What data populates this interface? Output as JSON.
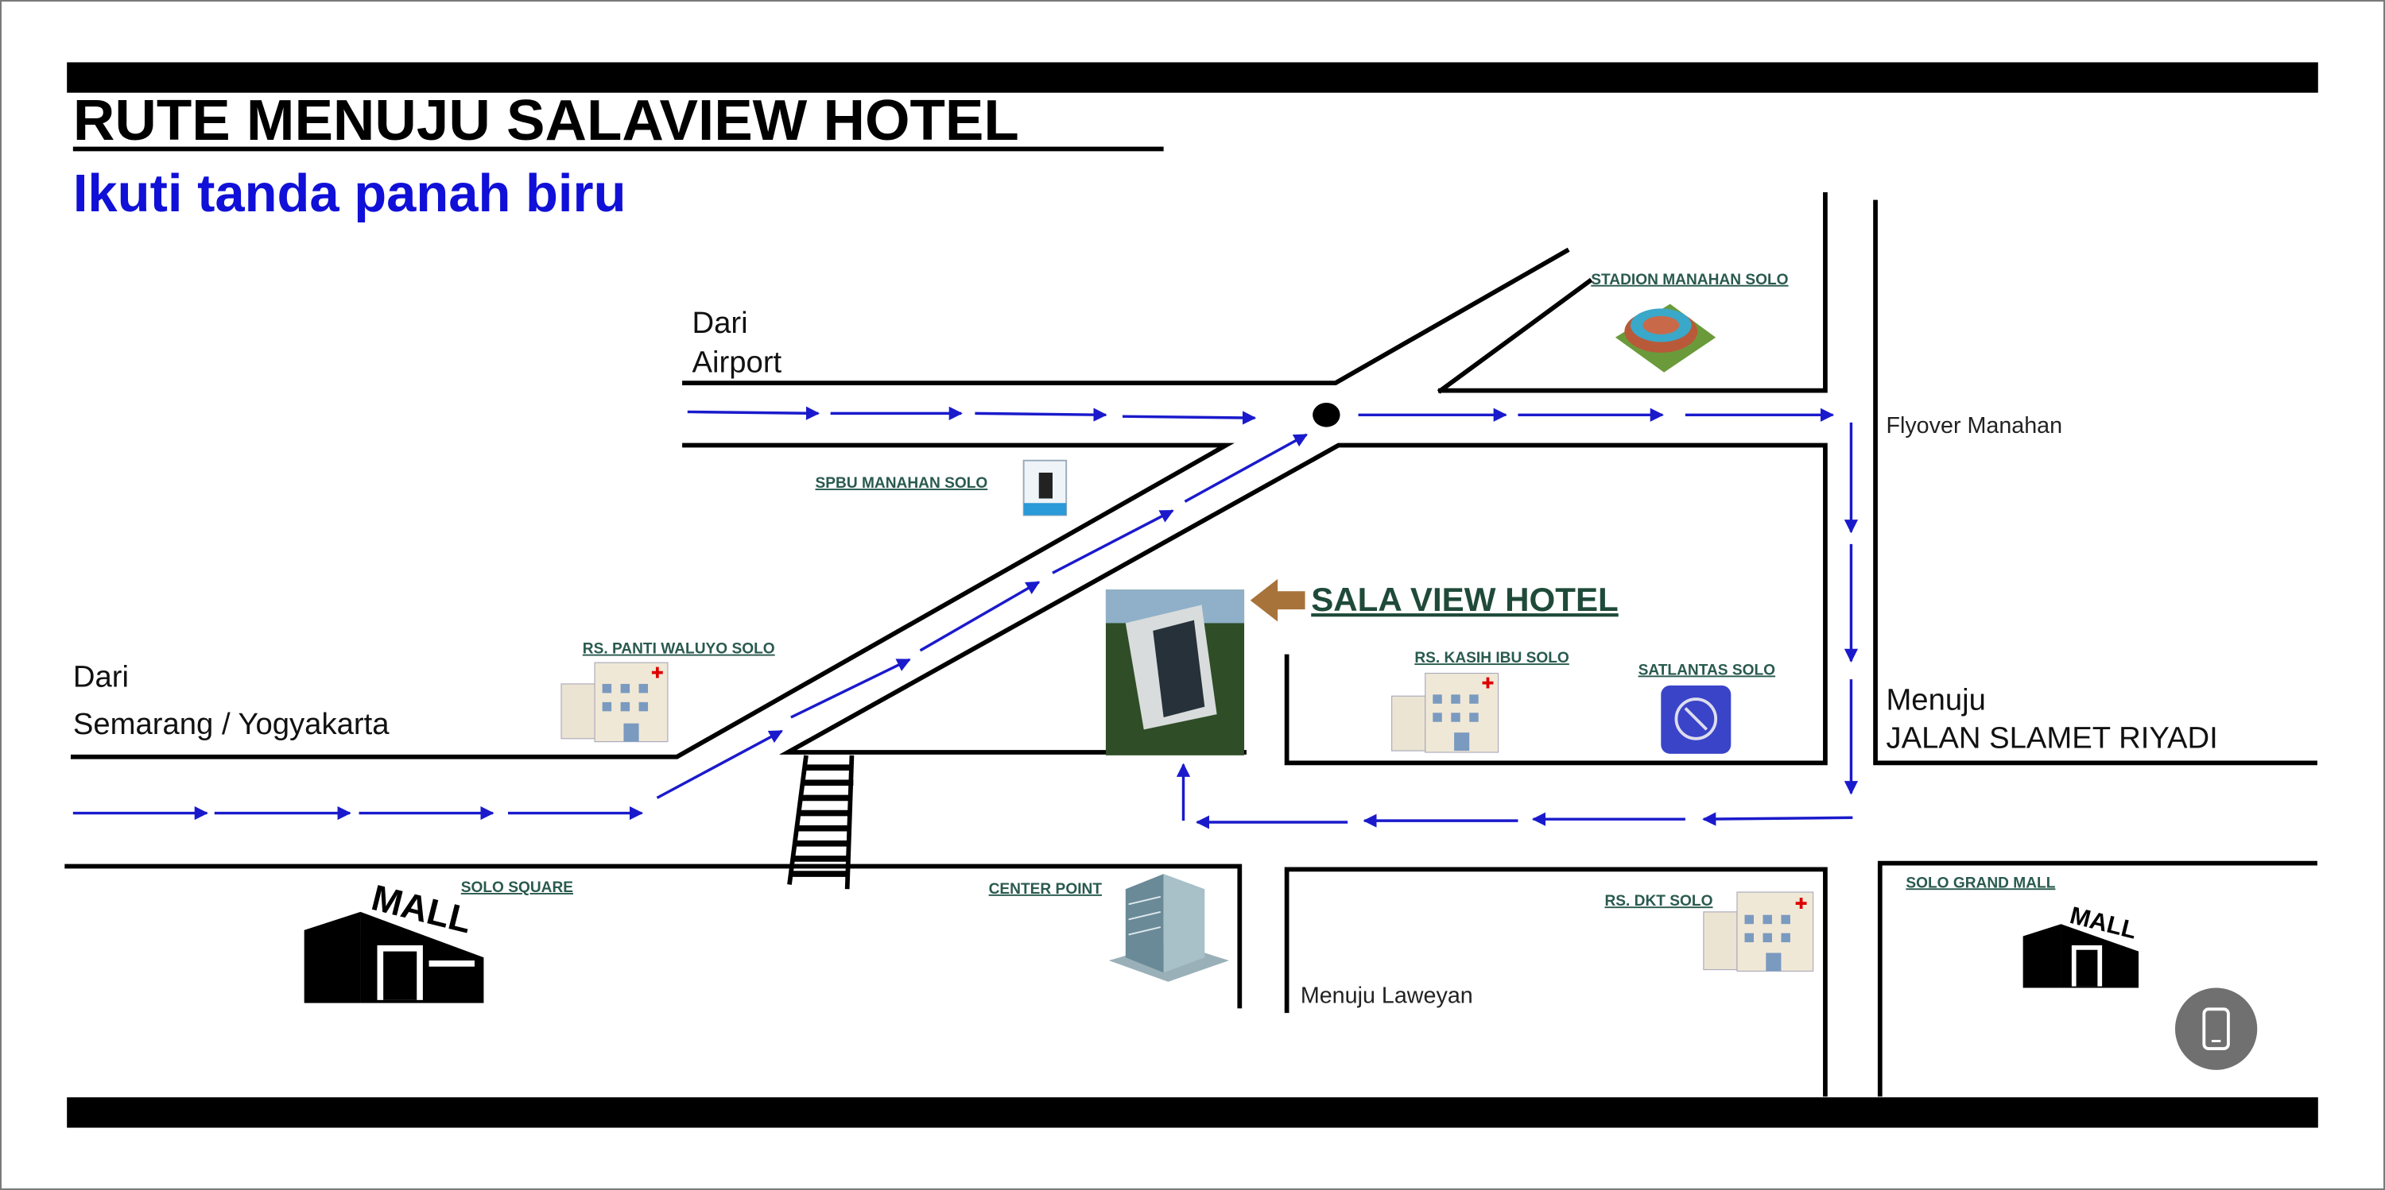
{
  "title": "RUTE MENUJU SALAVIEW HOTEL",
  "subtitle": "Ikuti tanda panah biru",
  "route_color": "#1a1acc",
  "hotel_arrow_color": "#a8733a",
  "labels": {
    "from_airport_1": "Dari",
    "from_airport_2": "Airport",
    "from_semarang_1": "Dari",
    "from_semarang_2": "Semarang / Yogyakarta",
    "flyover": "Flyover Manahan",
    "to_slamet_1": "Menuju",
    "to_slamet_2": "JALAN SLAMET RIYADI",
    "to_laweyan": "Menuju Laweyan",
    "hotel": "SALA VIEW HOTEL"
  },
  "landmarks": [
    {
      "name": "STADION MANAHAN SOLO",
      "icon": "stadium-icon"
    },
    {
      "name": "SPBU MANAHAN SOLO",
      "icon": "gas-station-icon"
    },
    {
      "name": "RS. PANTI WALUYO SOLO",
      "icon": "hospital-icon"
    },
    {
      "name": "RS. KASIH IBU SOLO",
      "icon": "hospital-icon"
    },
    {
      "name": "SATLANTAS SOLO",
      "icon": "police-emblem-icon"
    },
    {
      "name": "SOLO SQUARE",
      "icon": "mall-icon"
    },
    {
      "name": "CENTER POINT",
      "icon": "office-building-icon"
    },
    {
      "name": "RS. DKT SOLO",
      "icon": "hospital-icon"
    },
    {
      "name": "SOLO GRAND MALL",
      "icon": "mall-icon"
    }
  ],
  "mall_sign": "MALL",
  "floating_button": {
    "icon": "phone-icon"
  }
}
